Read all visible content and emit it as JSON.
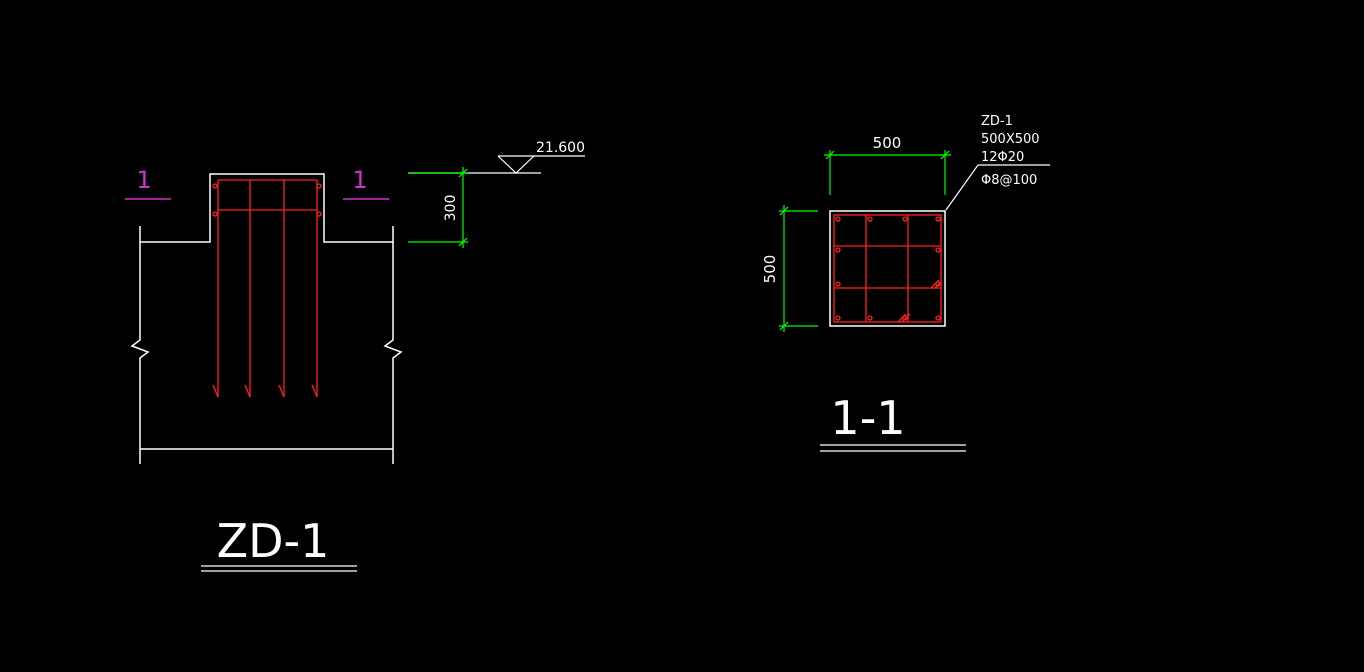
{
  "colors": {
    "background": "#000000",
    "outline": "#ffffff",
    "rebar": "#ff2020",
    "dimension": "#00ff00",
    "section_mark": "#cc33cc"
  },
  "elevation": {
    "section_cut": {
      "left_label": "1",
      "right_label": "1"
    },
    "level_mark": "21.600",
    "height_dimension": "300",
    "title": "ZD-1"
  },
  "section": {
    "width_dimension": "500",
    "height_dimension": "500",
    "leader_note": {
      "name": "ZD-1",
      "size": "500X500",
      "main_bars": "12Φ20",
      "stirrups": "Φ8@100"
    },
    "title": "1-1"
  }
}
